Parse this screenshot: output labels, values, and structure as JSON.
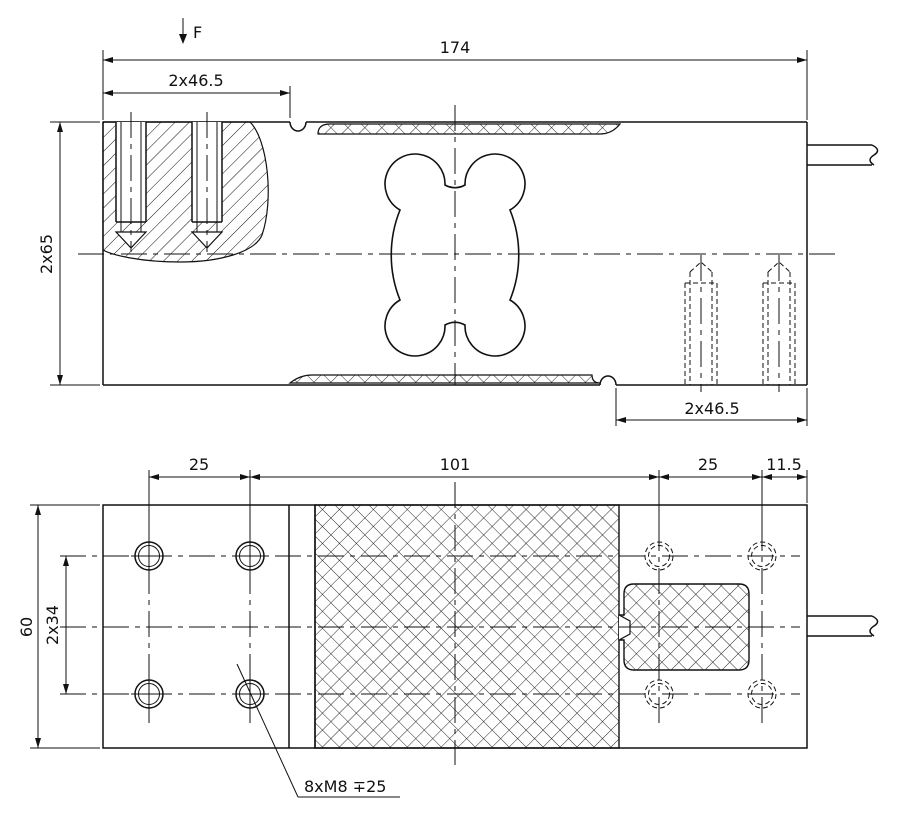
{
  "force_label": "F",
  "dims": {
    "total_length": "174",
    "top_hole_pitch": "2x46.5",
    "bottom_hole_pitch": "2x46.5",
    "side_height": "2x65",
    "seg_a": "25",
    "seg_b": "101",
    "seg_c": "25",
    "seg_d": "11.5",
    "plan_width": "60",
    "plan_hole_pitch": "2x34"
  },
  "thread_callout": "8xM8 ∓25"
}
